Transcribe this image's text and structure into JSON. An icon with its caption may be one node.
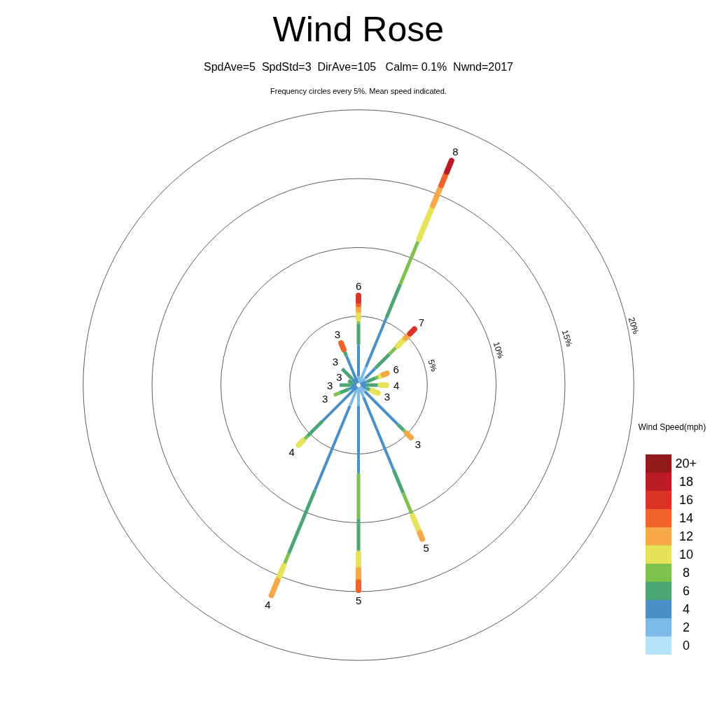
{
  "diagram": {
    "title": "Wind Rose",
    "labels": [
      "SpdAve=5  SpdStd=3  DirAve=105   Calm= 0.1%  Nwnd=2017",
      "Frequency circles every 5%. Mean speed indicated.",
      "5%",
      "10%",
      "15%",
      "20%",
      "6",
      "8",
      "7",
      "6",
      "4",
      "3",
      "3",
      "5",
      "5",
      "4",
      "4",
      "3",
      "3",
      "3",
      "3",
      "3",
      "Wind Speed(mph)"
    ],
    "legend": [
      {
        "text": "20+",
        "color": "#921a1d"
      },
      {
        "text": "18",
        "color": "#b91c25"
      },
      {
        "text": "16",
        "color": "#dc3328"
      },
      {
        "text": "14",
        "color": "#f1632a"
      },
      {
        "text": "12",
        "color": "#f7a847"
      },
      {
        "text": "10",
        "color": "#e6e35a"
      },
      {
        "text": "8",
        "color": "#7cc24d"
      },
      {
        "text": "6",
        "color": "#4aa672"
      },
      {
        "text": "4",
        "color": "#4a90c8"
      },
      {
        "text": "2",
        "color": "#7dbbe6"
      },
      {
        "text": "0",
        "color": "#b5e3f8"
      }
    ]
  }
}
